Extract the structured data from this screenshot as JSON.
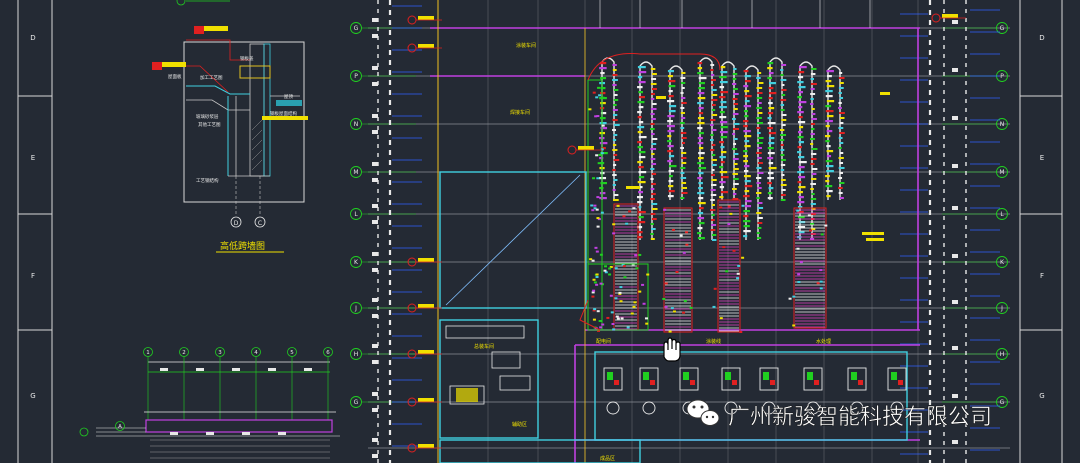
{
  "border": {
    "left_letters": [
      "D",
      "E",
      "F",
      "G"
    ],
    "right_letters": [
      "D",
      "E",
      "F",
      "G"
    ]
  },
  "detail_view": {
    "title": "高低跨墙图",
    "axis_bubbles": [
      "D",
      "C"
    ],
    "labels": [
      "钢板盖",
      "加工工艺图",
      "屋面板",
      "屋顶",
      "钢板屋面结构",
      "玻璃砂浆层",
      "其他工艺图",
      "工艺钢结构"
    ]
  },
  "elevation": {
    "axis_bubbles": [
      "1",
      "2",
      "3",
      "4",
      "5",
      "6"
    ],
    "side_bubble": "A"
  },
  "plan": {
    "left_axis": [
      "G",
      "P",
      "N",
      "M",
      "L",
      "K",
      "J",
      "H",
      "G"
    ],
    "right_axis": [
      "G",
      "P",
      "N",
      "M",
      "L",
      "K",
      "J",
      "H",
      "G"
    ],
    "room_labels": [
      "涂装车间",
      "总装车间",
      "焊接车间",
      "辅助区",
      "配电间",
      "涂装线",
      "水处理",
      "成品区"
    ]
  },
  "watermark": {
    "company": "广州新骏智能科技有限公司",
    "icon": "wechat-icon"
  },
  "colors": {
    "background": "#242a34",
    "grid": "#8a8e96",
    "magenta": "#c040e0",
    "cyan": "#40d0e0",
    "yellow": "#f0e000",
    "green": "#20d020",
    "red": "#e02020",
    "blue": "#3060ff"
  }
}
